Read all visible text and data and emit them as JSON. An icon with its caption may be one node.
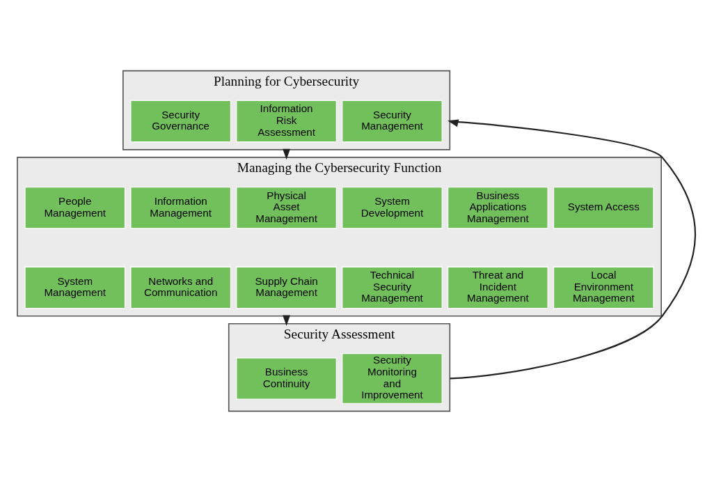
{
  "diagram": {
    "nodes": [
      {
        "text": [
          "Planning for Cybersecurity"
        ]
      },
      {
        "text": [
          "Security Governance"
        ],
        "in": 0
      },
      {
        "text": [
          "Information Risk Assessment"
        ],
        "in": 0
      },
      {
        "text": [
          "Security Management"
        ],
        "in": 0
      },
      {
        "text": [
          "Managing the Cybersecurity Function"
        ]
      },
      {
        "text": [
          "People Management"
        ],
        "in": 4
      },
      {
        "text": [
          "Information Management"
        ],
        "in": 4
      },
      {
        "text": [
          "Physical Asset Management"
        ],
        "in": 4
      },
      {
        "text": [
          "System Development"
        ],
        "in": 4
      },
      {
        "text": [
          "Business Applications Management"
        ],
        "in": 4
      },
      {
        "text": [
          "System Access"
        ],
        "in": 4
      },
      {
        "text": [
          "System Management"
        ],
        "in": 4
      },
      {
        "text": [
          "Networks and Communication"
        ],
        "in": 4
      },
      {
        "text": [
          "Supply Chain Management"
        ],
        "in": 4
      },
      {
        "text": [
          "Technical Security Management"
        ],
        "in": 4
      },
      {
        "text": [
          "Threat and Incident Management"
        ],
        "in": 4
      },
      {
        "text": [
          "Local Environment Management"
        ],
        "in": 4
      },
      {
        "text": [
          "Security Assessment"
        ]
      },
      {
        "text": [
          "Business Continuity"
        ],
        "in": 17
      },
      {
        "text": [
          "Security Monitoring and Improvement"
        ],
        "in": 17
      }
    ],
    "edges": [
      {
        "from": 0,
        "to": 4,
        "arrow": "to"
      },
      {
        "from": 4,
        "to": 17,
        "arrow": "to"
      },
      {
        "from": 17,
        "to": 0,
        "arrow": "to"
      }
    ]
  }
}
